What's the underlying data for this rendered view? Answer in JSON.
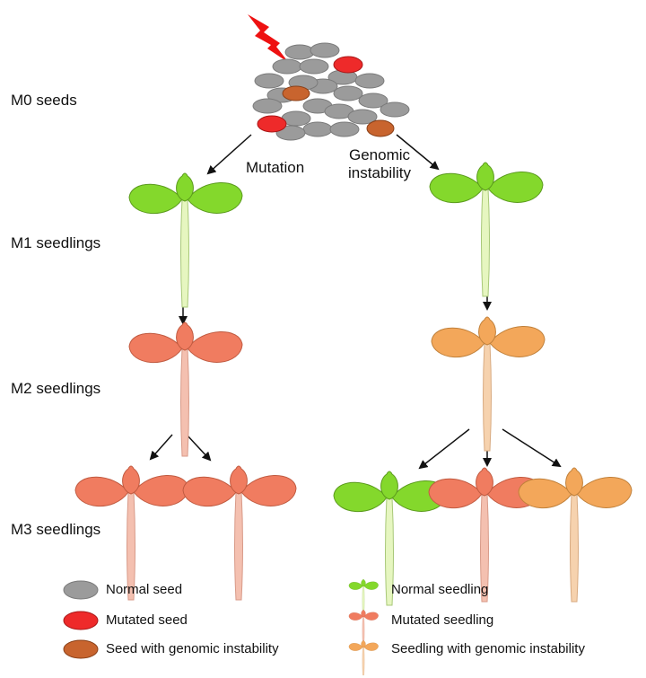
{
  "stages": {
    "m0": "M0 seeds",
    "m1": "M1 seedlings",
    "m2": "M2 seedlings",
    "m3": "M3 seedlings"
  },
  "arrows": {
    "mutation": "Mutation",
    "genomic_line1": "Genomic",
    "genomic_line2": "instability"
  },
  "legend": {
    "normal_seed": "Normal seed",
    "mutated_seed": "Mutated seed",
    "instability_seed": "Seed with genomic instability",
    "normal_seedling": "Normal seedling",
    "mutated_seedling": "Mutated seedling",
    "instability_seedling": "Seedling with genomic instability"
  },
  "colors": {
    "normal_seed": "#9b9b9b",
    "mutated_seed": "#ee2a2a",
    "instability_seed": "#c8642e",
    "normal_leaf": "#84d82c",
    "normal_stem": "#e6f6c0",
    "mutated_leaf": "#f07c60",
    "mutated_stem": "#f4c0b0",
    "instability_leaf": "#f3a75a",
    "instability_stem": "#f6d2ae",
    "lightning": "#ee1111"
  },
  "icons": {
    "radiation": "lightning-bolt-icon"
  }
}
